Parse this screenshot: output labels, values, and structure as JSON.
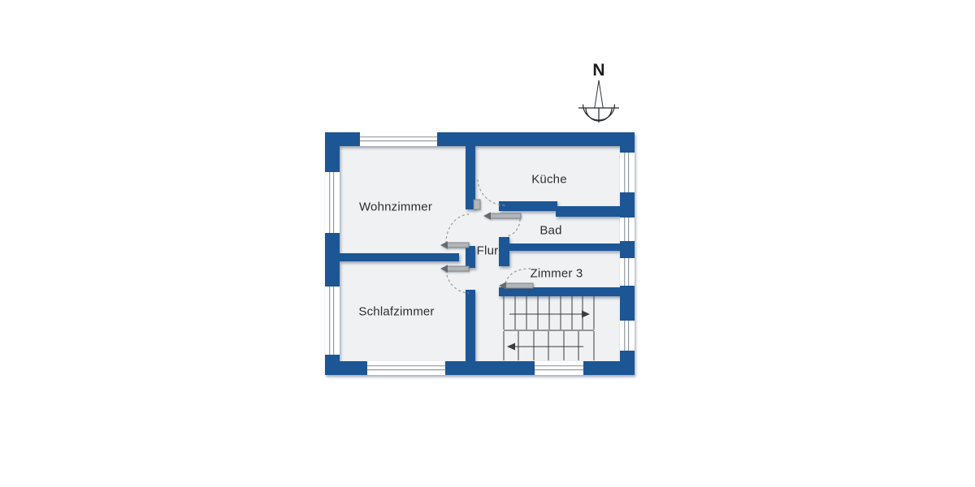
{
  "floor_plan": {
    "rooms": [
      {
        "id": "wohnzimmer",
        "label": "Wohnzimmer"
      },
      {
        "id": "schlafzimmer",
        "label": "Schlafzimmer"
      },
      {
        "id": "kueche",
        "label": "Küche"
      },
      {
        "id": "bad",
        "label": "Bad"
      },
      {
        "id": "flur",
        "label": "Flur"
      },
      {
        "id": "zimmer3",
        "label": "Zimmer 3"
      }
    ],
    "compass": {
      "label": "N"
    },
    "stairs": {
      "flights": 2,
      "upper_arrow_direction": "right",
      "lower_arrow_direction": "left"
    },
    "colors": {
      "wall": "#1d5795",
      "floor": "#eff1f2",
      "background": "#ffffff",
      "window_lines": "#949ba3",
      "door_leaf": "#b3b6b9",
      "door_arc": "#9a9a9a",
      "stair_lines": "#3c3c3c",
      "text": "#2e2e2e"
    }
  }
}
